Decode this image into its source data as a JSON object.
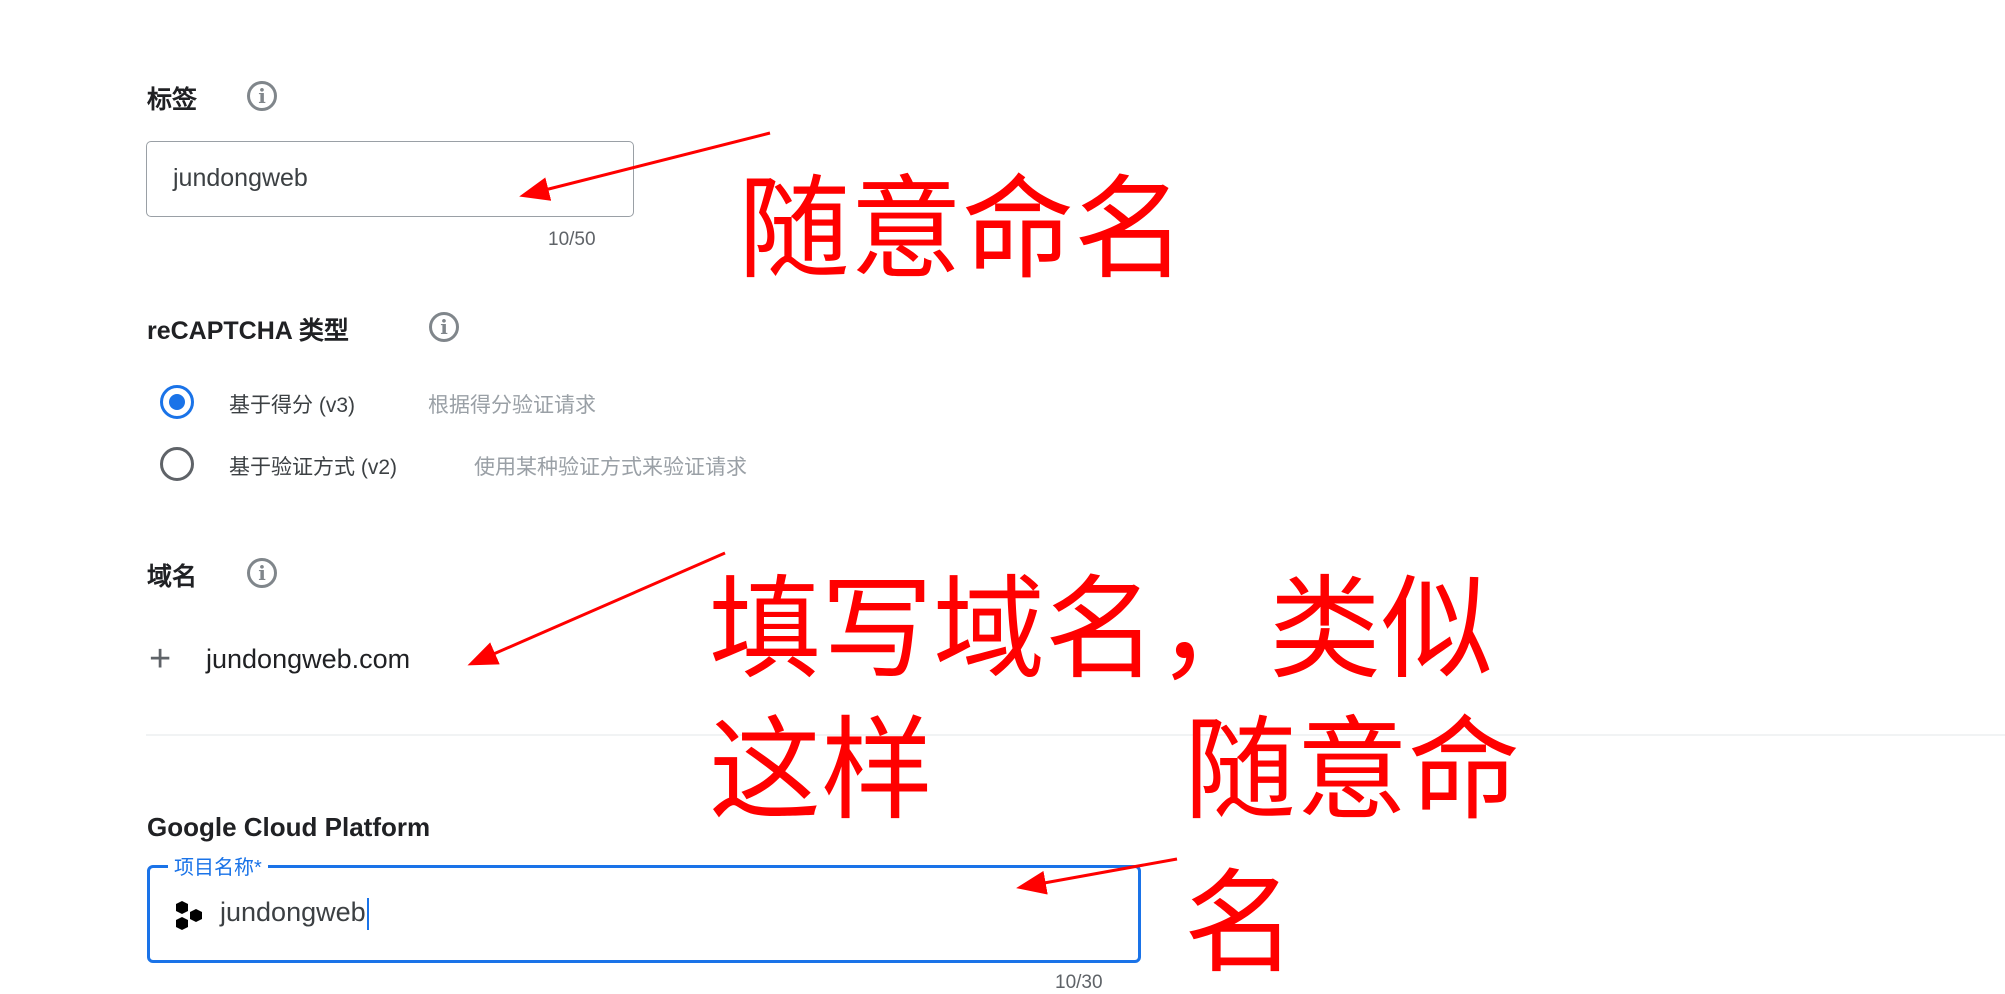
{
  "label_section": {
    "title": "标签",
    "info_icon": "info-icon",
    "value": "jundongweb",
    "counter": "10/50"
  },
  "type_section": {
    "title": "reCAPTCHA 类型",
    "options": [
      {
        "label": "基于得分 (v3)",
        "description": "根据得分验证请求",
        "selected": true
      },
      {
        "label": "基于验证方式 (v2)",
        "description": "使用某种验证方式来验证请求",
        "selected": false
      }
    ]
  },
  "domain_section": {
    "title": "域名",
    "add_icon": "plus-icon",
    "domain": "jundongweb.com"
  },
  "gcp_section": {
    "title": "Google Cloud Platform",
    "field_label": "项目名称*",
    "value": "jundongweb",
    "counter": "10/30"
  },
  "annotations": {
    "note1": "随意命名",
    "note2_line1": "填写域名，类似",
    "note2_line2": "这样",
    "note3_line1": "随意命",
    "note3_line2": "名"
  },
  "colors": {
    "accent": "#1a73e8",
    "annotation": "#ff0000"
  }
}
